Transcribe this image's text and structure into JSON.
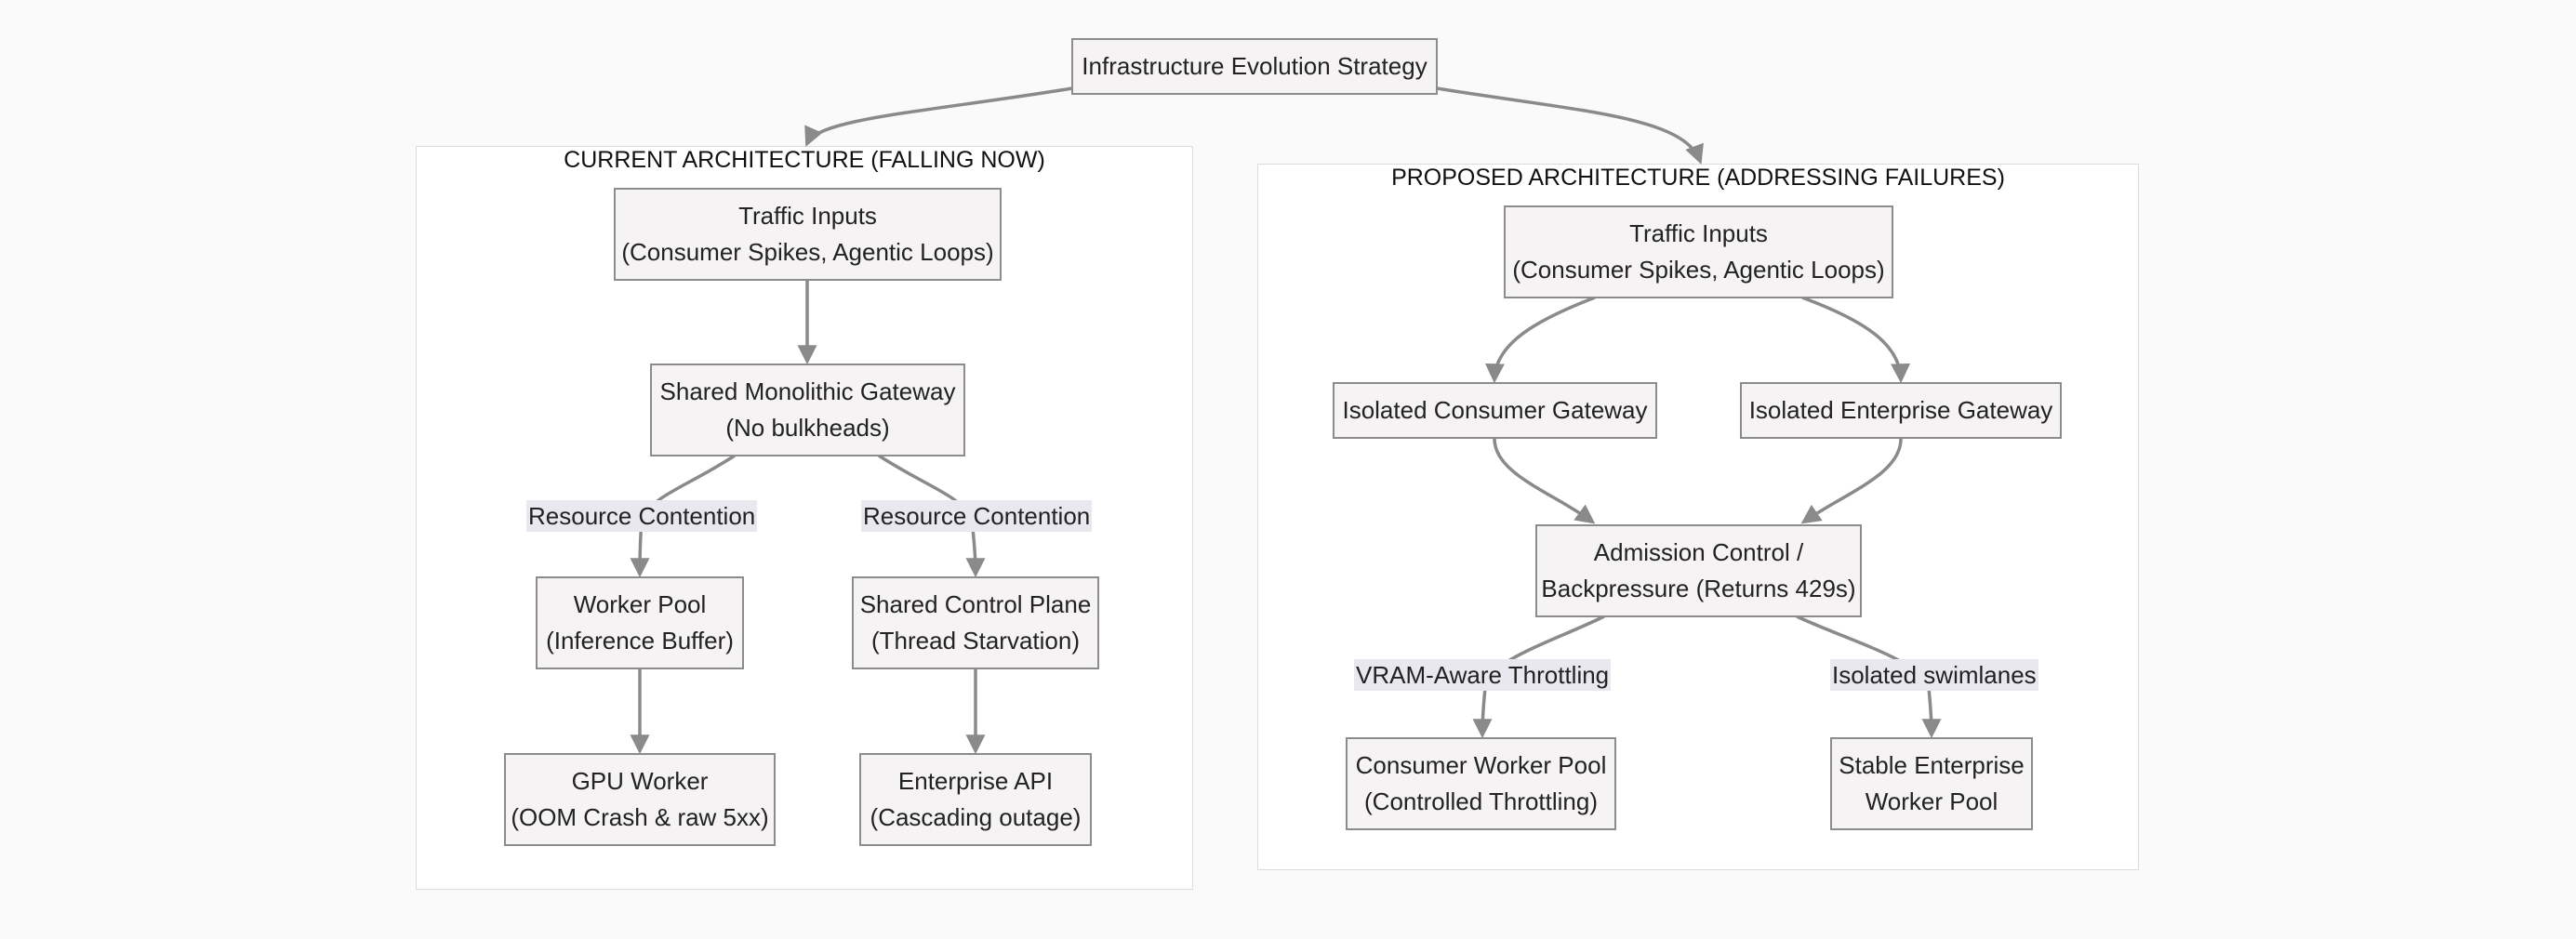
{
  "root": {
    "label": "Infrastructure Evolution Strategy"
  },
  "current": {
    "title": "CURRENT ARCHITECTURE (FALLING NOW)",
    "traffic": {
      "line1": "Traffic Inputs",
      "line2": "(Consumer Spikes, Agentic Loops)"
    },
    "gateway": {
      "line1": "Shared Monolithic Gateway",
      "line2": "(No bulkheads)"
    },
    "edge_left": "Resource Contention",
    "edge_right": "Resource Contention",
    "worker_pool": {
      "line1": "Worker Pool",
      "line2": "(Inference Buffer)"
    },
    "control_plane": {
      "line1": "Shared Control Plane",
      "line2": "(Thread Starvation)"
    },
    "gpu_worker": {
      "line1": "GPU Worker",
      "line2": "(OOM Crash & raw 5xx)"
    },
    "enterprise_api": {
      "line1": "Enterprise API",
      "line2": "(Cascading outage)"
    }
  },
  "proposed": {
    "title": "PROPOSED ARCHITECTURE (ADDRESSING FAILURES)",
    "traffic": {
      "line1": "Traffic Inputs",
      "line2": "(Consumer Spikes, Agentic Loops)"
    },
    "consumer_gateway": {
      "line1": "Isolated Consumer Gateway"
    },
    "enterprise_gateway": {
      "line1": "Isolated Enterprise Gateway"
    },
    "admission": {
      "line1": "Admission Control /",
      "line2": "Backpressure (Returns 429s)"
    },
    "edge_left": "VRAM-Aware Throttling",
    "edge_right": "Isolated swimlanes",
    "consumer_pool": {
      "line1": "Consumer Worker Pool",
      "line2": "(Controlled Throttling)"
    },
    "enterprise_pool": {
      "line1": "Stable Enterprise",
      "line2": "Worker Pool"
    }
  },
  "colors": {
    "node_fill": "#f5f3f4",
    "node_border": "#8c8c8c",
    "edge": "#8a8a8a",
    "edge_label_bg": "#e9e8ee",
    "cluster_border": "#dcdcdc",
    "background": "#fbfafa"
  }
}
